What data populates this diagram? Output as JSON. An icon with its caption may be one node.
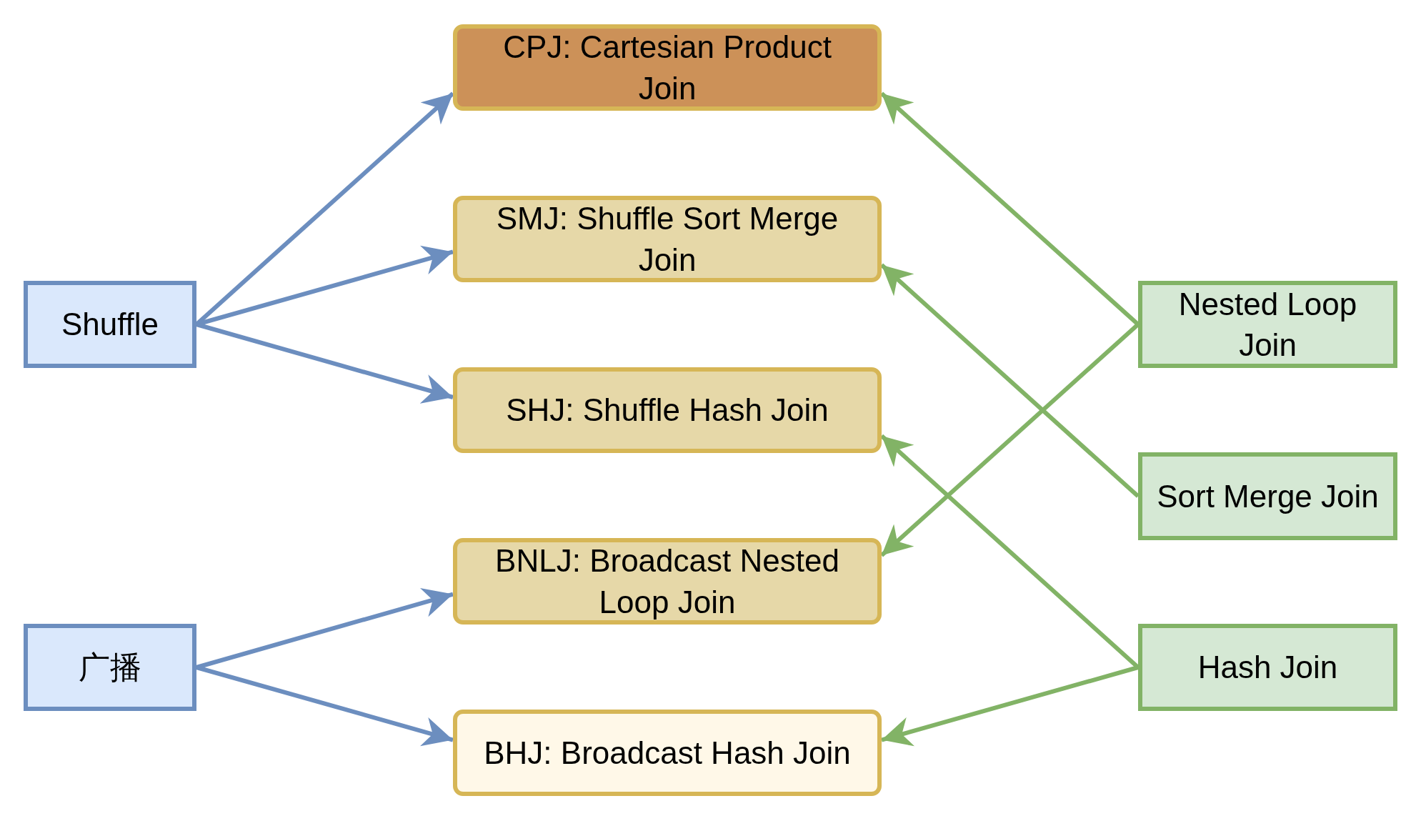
{
  "diagram": {
    "nodes": [
      {
        "text": [
          "CPJ: Cartesian Product Join"
        ]
      },
      {
        "text": [
          "SMJ: Shuffle Sort Merge Join"
        ]
      },
      {
        "text": [
          "SHJ: Shuffle Hash Join"
        ]
      },
      {
        "text": [
          "BNLJ: Broadcast Nested Loop Join"
        ]
      },
      {
        "text": [
          "BHJ: Broadcast Hash Join"
        ]
      },
      {
        "text": [
          "Shuffle"
        ]
      },
      {
        "text": [
          "广播"
        ]
      },
      {
        "text": [
          "Nested Loop Join"
        ]
      },
      {
        "text": [
          "Sort Merge Join"
        ]
      },
      {
        "text": [
          "Hash Join"
        ]
      }
    ],
    "edges": [
      {
        "from": 5,
        "to": 0,
        "arrow": "to"
      },
      {
        "from": 5,
        "to": 1,
        "arrow": "to"
      },
      {
        "from": 5,
        "to": 2,
        "arrow": "to"
      },
      {
        "from": 6,
        "to": 3,
        "arrow": "to"
      },
      {
        "from": 6,
        "to": 4,
        "arrow": "to"
      },
      {
        "from": 7,
        "to": 0,
        "arrow": "to",
        "color": "#82b366"
      },
      {
        "from": 7,
        "to": 3,
        "arrow": "to",
        "color": "#82b366"
      },
      {
        "from": 8,
        "to": 1,
        "arrow": "to",
        "color": "#82b366"
      },
      {
        "from": 9,
        "to": 2,
        "arrow": "to",
        "color": "#82b366"
      },
      {
        "from": 9,
        "to": 4,
        "arrow": "to",
        "color": "#82b366"
      }
    ]
  }
}
